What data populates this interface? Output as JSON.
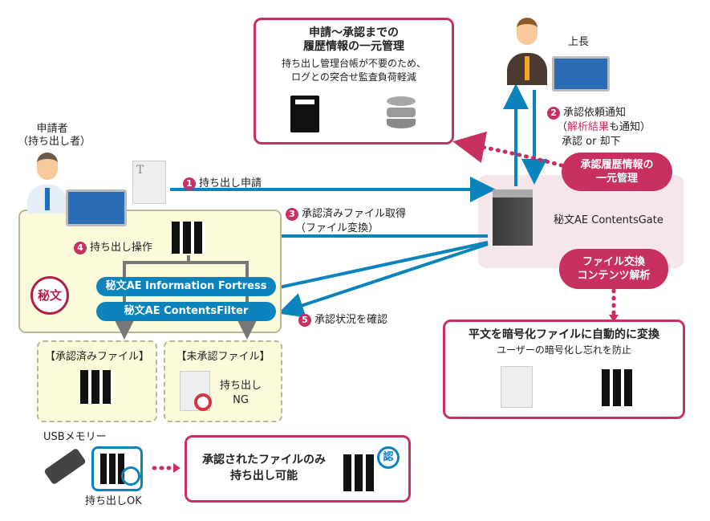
{
  "top_box": {
    "title_line1": "申請〜承認までの",
    "title_line2": "履歴情報の一元管理",
    "desc_line1": "持ち出し管理台帳が不要のため、",
    "desc_line2": "ログとの突合せ監査負荷軽減"
  },
  "boss": {
    "label": "上長"
  },
  "applicant": {
    "label_line1": "申請者",
    "label_line2": "（持ち出し者）"
  },
  "steps": {
    "s1": {
      "num": "1",
      "label": "持ち出し申請"
    },
    "s2": {
      "num": "2",
      "label": "承認依頼通知",
      "line2_prefix": "（",
      "line2_highlight": "解析結果",
      "line2_suffix": "も通知）",
      "line3": "承認 or 却下"
    },
    "s3": {
      "num": "3",
      "label": "承認済みファイル取得",
      "line2": "（ファイル変換）"
    },
    "s4": {
      "num": "4",
      "label": "持ち出し操作"
    },
    "s5": {
      "num": "5",
      "label": "承認状況を確認"
    }
  },
  "server": {
    "label": "秘文AE ContentsGate",
    "pill_history_line1": "承認履歴情報の",
    "pill_history_line2": "一元管理",
    "pill_exchange_line1": "ファイル交換",
    "pill_exchange_line2": "コンテンツ解析"
  },
  "client": {
    "product1": "秘文AE Information Fortress",
    "product2": "秘文AE ContentsFilter",
    "logo_text": "秘文"
  },
  "approved_box": {
    "label": "【承認済みファイル】"
  },
  "unapproved_box": {
    "label": "【未承認ファイル】",
    "status_line1": "持ち出し",
    "status_line2": "NG"
  },
  "encrypt_box": {
    "title": "平文を暗号化ファイルに自動的に変換",
    "desc": "ユーザーの暗号化し忘れを防止"
  },
  "usb": {
    "label": "USBメモリー",
    "status": "持ち出しOK"
  },
  "only_box": {
    "line1": "承認されたファイルのみ",
    "line2": "持ち出し可能",
    "badge": "認"
  },
  "colors": {
    "accent": "#c8305f",
    "blue": "#0b84be",
    "client_bg": "#fbfadb",
    "server_bg": "#f5e6ec"
  }
}
